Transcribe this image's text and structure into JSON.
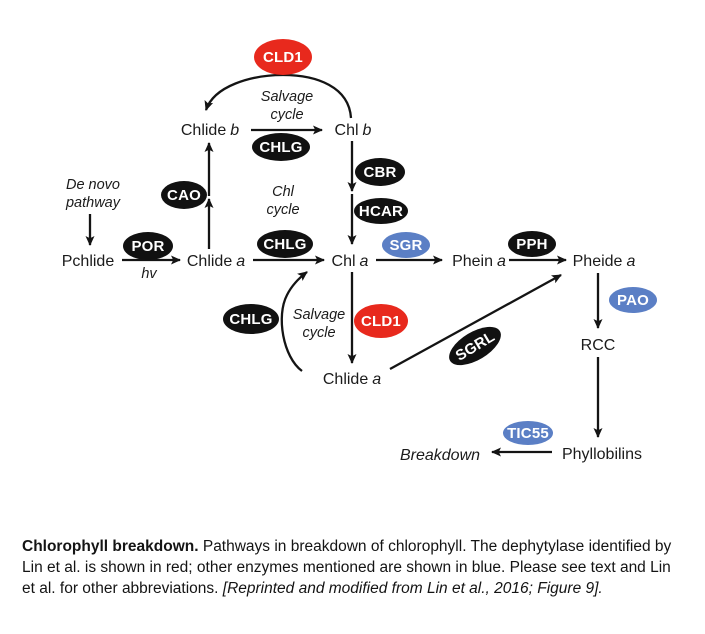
{
  "colors": {
    "red": "#e8291d",
    "blue": "#5b7fc5",
    "black": "#111111"
  },
  "nodes": {
    "pchlide": {
      "name": "Pchlide",
      "suffix": ""
    },
    "chlide_a": {
      "name": "Chlide",
      "suffix": "a"
    },
    "chl_a": {
      "name": "Chl",
      "suffix": "a"
    },
    "phein_a": {
      "name": "Phein",
      "suffix": "a"
    },
    "pheide_a": {
      "name": "Pheide",
      "suffix": "a"
    },
    "chlide_b": {
      "name": "Chlide",
      "suffix": "b"
    },
    "chl_b": {
      "name": "Chl",
      "suffix": "b"
    },
    "rcc": {
      "name": "RCC",
      "suffix": ""
    },
    "phyllobilins": {
      "name": "Phyllobilins",
      "suffix": ""
    },
    "chlide_a_bottom": {
      "name": "Chlide",
      "suffix": "a"
    },
    "breakdown": {
      "name": "Breakdown",
      "suffix": ""
    }
  },
  "enzymes": {
    "cld1": "CLD1",
    "chlg": "CHLG",
    "cao": "CAO",
    "por": "POR",
    "cbr": "CBR",
    "hcar": "HCAR",
    "sgr": "SGR",
    "pph": "PPH",
    "pao": "PAO",
    "sgrl": "SGRL",
    "tic55": "TIC55"
  },
  "annotations": {
    "de_novo": {
      "line1": "De novo",
      "line2": "pathway"
    },
    "salvage_top": {
      "line1": "Salvage",
      "line2": "cycle"
    },
    "chl_cycle": {
      "line1": "Chl",
      "line2": "cycle"
    },
    "salvage_bottom": {
      "line1": "Salvage",
      "line2": "cycle"
    },
    "hv": "hv"
  },
  "caption": {
    "title": "Chlorophyll breakdown.",
    "body": " Pathways in breakdown of chlorophyll. The dephytylase identified by Lin et al. is shown in red; other enzymes mentioned are shown in blue. Please see text and Lin et al. for other abbreviations. ",
    "citation": "[Reprinted and modified from Lin et al., 2016; Figure 9]."
  }
}
